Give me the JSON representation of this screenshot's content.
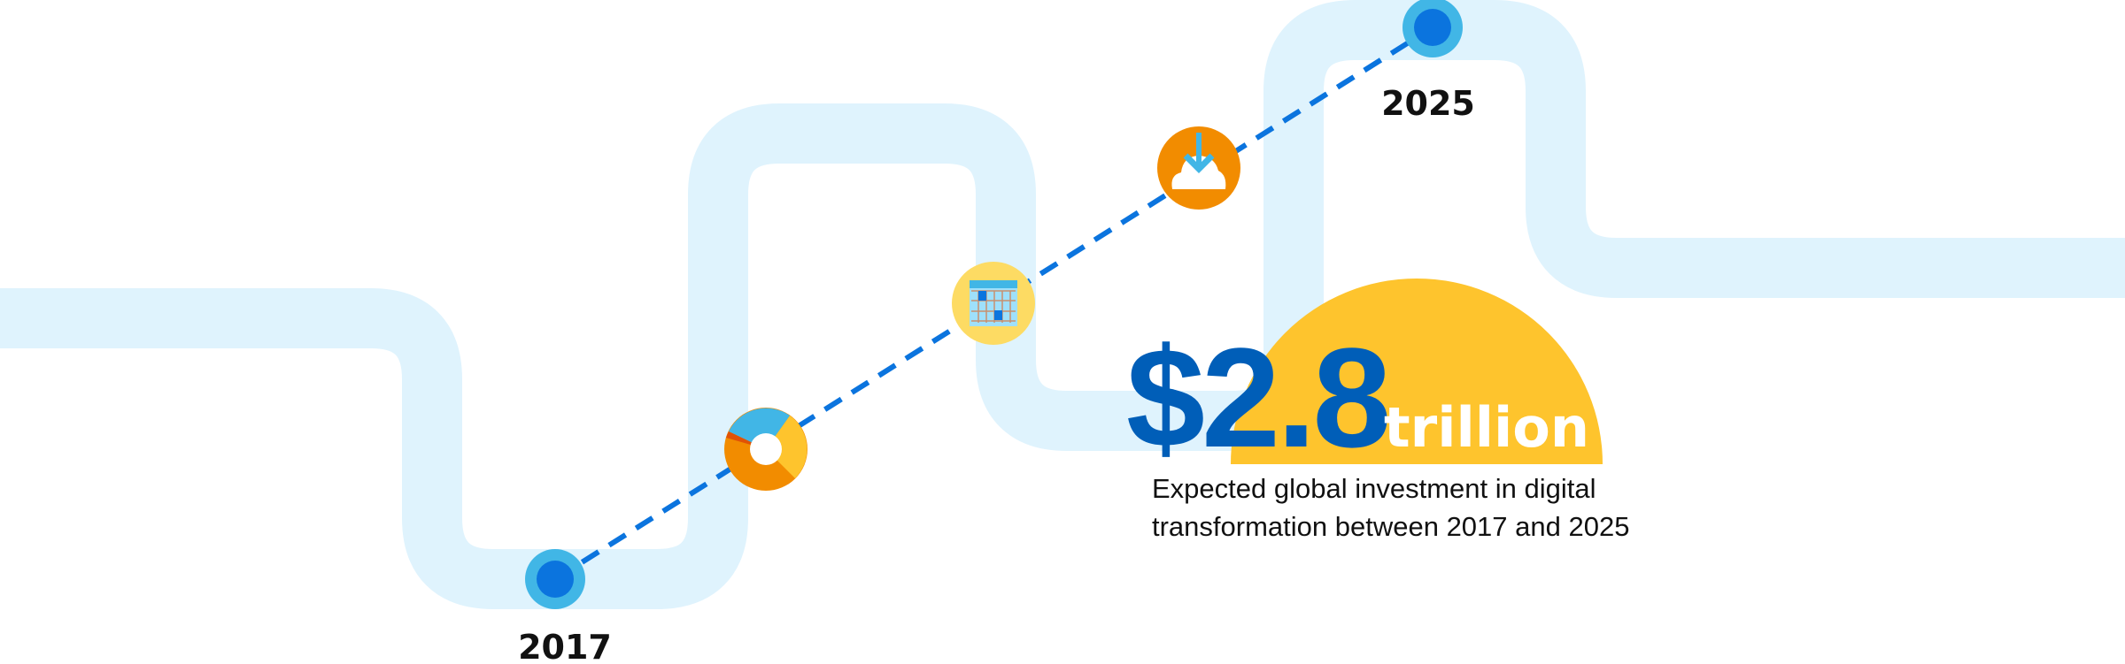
{
  "timeline": {
    "start_year": "2017",
    "end_year": "2025",
    "milestone_icons": [
      "donut-chart-icon",
      "calendar-icon",
      "cloud-download-icon"
    ]
  },
  "stat": {
    "value": "$2.8",
    "unit": "trillion",
    "description_line1": "Expected global investment in digital",
    "description_line2": "transformation between 2017 and 2025"
  },
  "colors": {
    "path": "#dff3fd",
    "dash": "#0b74de",
    "dot_outer": "#41b6e6",
    "dot_inner": "#0b74de",
    "accent_yellow": "#fec42d",
    "value_blue": "#005eb8",
    "orange": "#f28c00"
  }
}
